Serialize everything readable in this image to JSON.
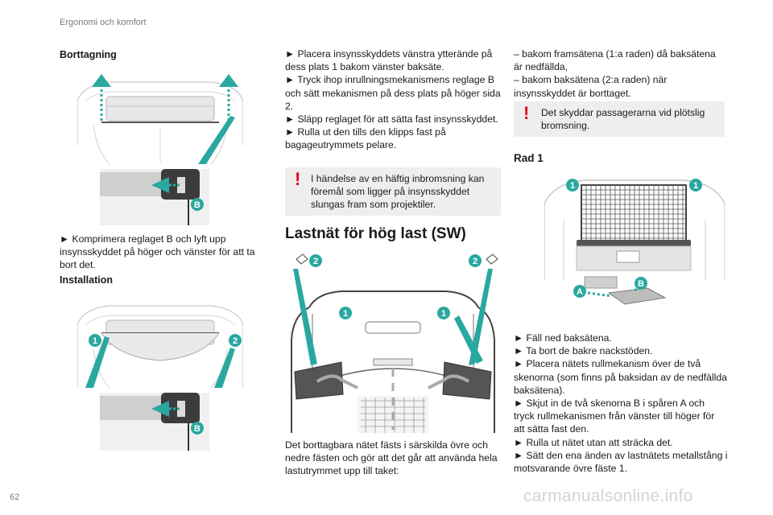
{
  "header": {
    "section": "Ergonomi och komfort"
  },
  "footer": {
    "page_number": "62",
    "watermark": "carmanualsonline.info"
  },
  "callouts": {
    "one": "1",
    "two": "2",
    "a": "A",
    "b": "B"
  },
  "col1": {
    "heading_removal": "Borttagning",
    "removal_step": "► Komprimera reglaget B och lyft upp insynsskyddet på höger och vänster för att ta bort det.",
    "heading_install": "Installation"
  },
  "col2": {
    "steps": [
      "► Placera insynsskyddets vänstra ytterände på dess plats 1 bakom vänster baksäte.",
      "► Tryck ihop inrullningsmekanismens reglage B och sätt mekanismen på dess plats på höger sida 2.",
      "► Släpp reglaget för att sätta fast insynsskyddet.",
      "► Rulla ut den tills den klipps fast på bagageutrymmets pelare."
    ],
    "warning": "I händelse av en häftig inbromsning kan föremål som ligger på insynsskyddet slungas fram som projektiler.",
    "heading_net": "Lastnät för hög last (SW)",
    "net_text": "Det borttagbara nätet fästs i särskilda övre och nedre fästen och gör att det går att använda hela lastutrymmet upp till taket:"
  },
  "col3": {
    "bullets": [
      "– bakom framsätena (1:a raden) då baksätena är nedfällda,",
      "– bakom baksätena (2:a raden) när insynsskyddet är borttaget."
    ],
    "warning": "Det skyddar passagerarna vid plötslig bromsning.",
    "heading_row": "Rad 1",
    "steps": [
      "► Fäll ned baksätena.",
      "► Ta bort de bakre nackstöden.",
      "► Placera nätets rullmekanism över de två skenorna (som finns på baksidan av de nedfällda baksätena).",
      "► Skjut in de två skenorna B i spåren A och tryck rullmekanismen från vänster till höger för att sätta fast den.",
      "► Rulla ut nätet utan att sträcka det.",
      "► Sätt den ena änden av lastnätets metallstång i motsvarande övre fäste 1."
    ]
  },
  "colors": {
    "callout": "#2aa8a0",
    "warning": "#e2001a",
    "box": "#eeeeee"
  },
  "icons": {
    "warning": "exclamation-icon"
  }
}
